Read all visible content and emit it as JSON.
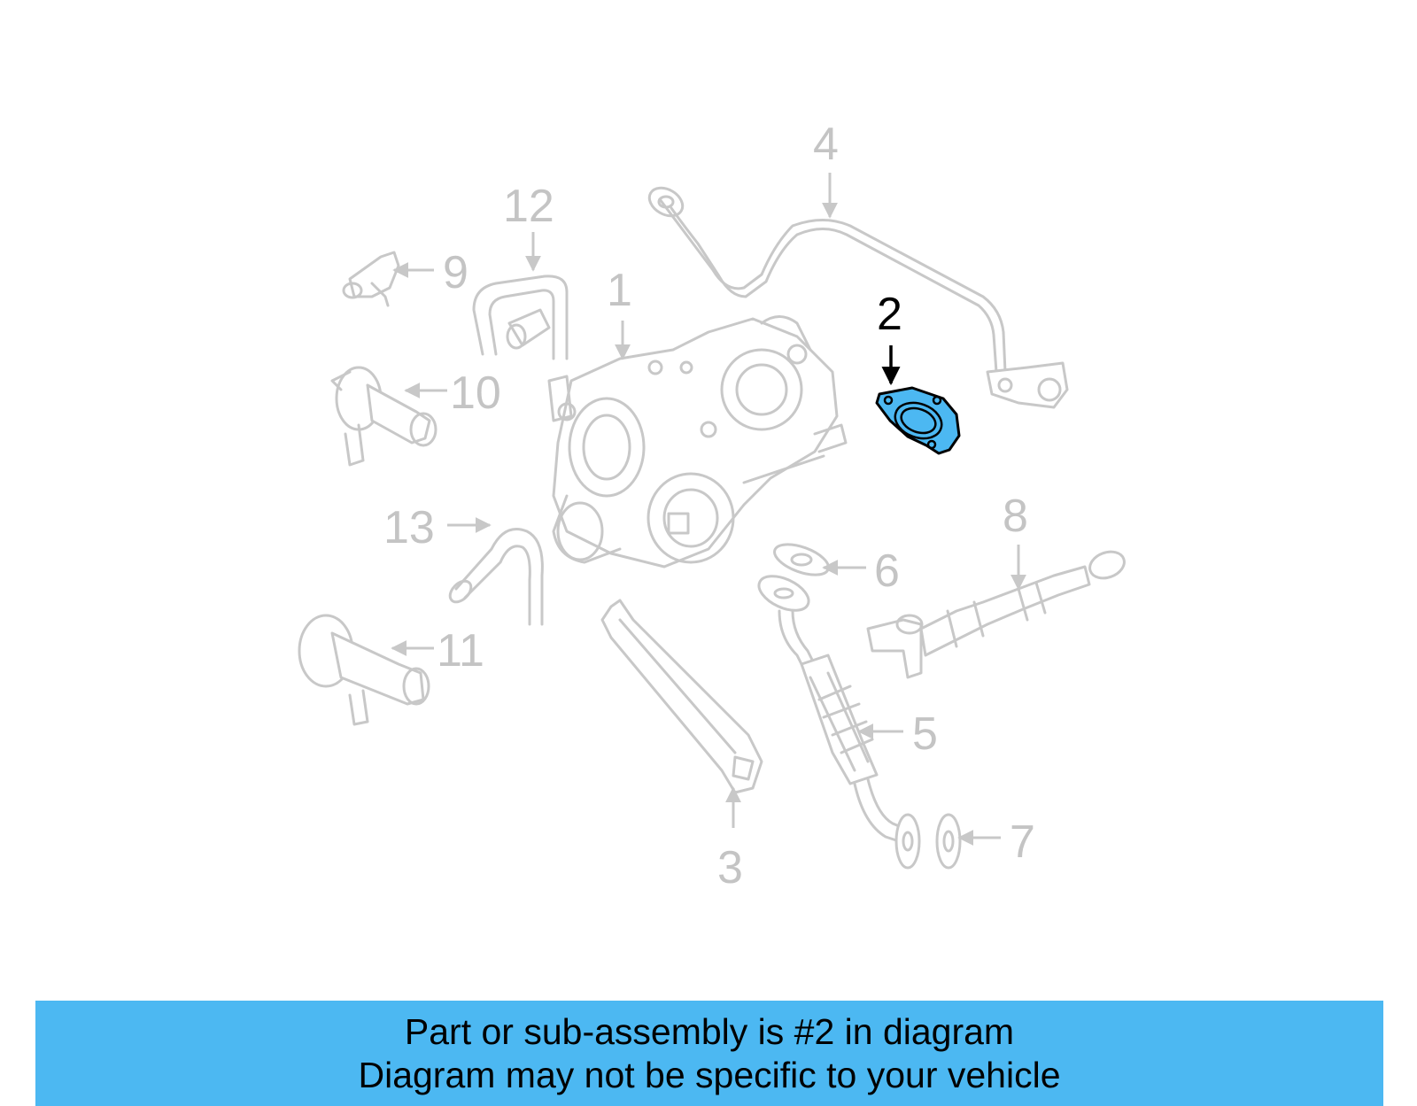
{
  "diagram": {
    "highlighted_part": "2",
    "highlight_color": "#4cb8f2",
    "callouts": [
      "1",
      "2",
      "3",
      "4",
      "5",
      "6",
      "7",
      "8",
      "9",
      "10",
      "11",
      "12",
      "13"
    ]
  },
  "banner": {
    "line1": "Part or sub-assembly is #2 in diagram",
    "line2": "Diagram may not be specific to your vehicle",
    "background": "#4cb8f2"
  }
}
